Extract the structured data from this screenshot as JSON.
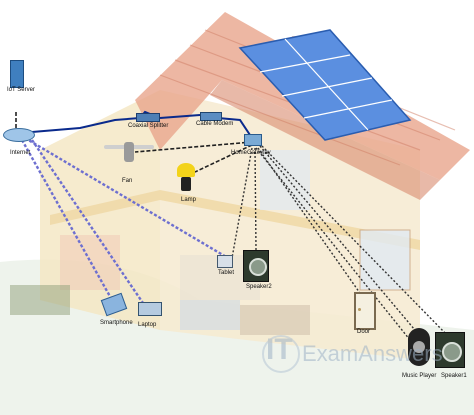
{
  "devices": {
    "iot_server": "IoT Server",
    "internet": "Internet",
    "coaxial_splitter": "Coaxial Splitter",
    "cable_modem": "Cable Modem",
    "home_gateway": "HomeGateway",
    "fan": "Fan",
    "lamp": "Lamp",
    "tablet": "Tablet",
    "speaker2": "Speaker2",
    "smartphone": "Smartphone",
    "laptop": "Laptop",
    "door": "Door",
    "music_player": "Music Player",
    "speaker1": "Speaker1"
  },
  "watermark": {
    "logo": "IT",
    "text": "ExamAnswers"
  },
  "colors": {
    "roof_tile": "#d98a6e",
    "roof_light": "#efc2b0",
    "wall": "#f3e3b8",
    "solar_panel": "#5b8fe0",
    "coax_cable": "#0a2a8c",
    "wireless_link": "#6d6fd0",
    "copper_link": "#222222"
  }
}
